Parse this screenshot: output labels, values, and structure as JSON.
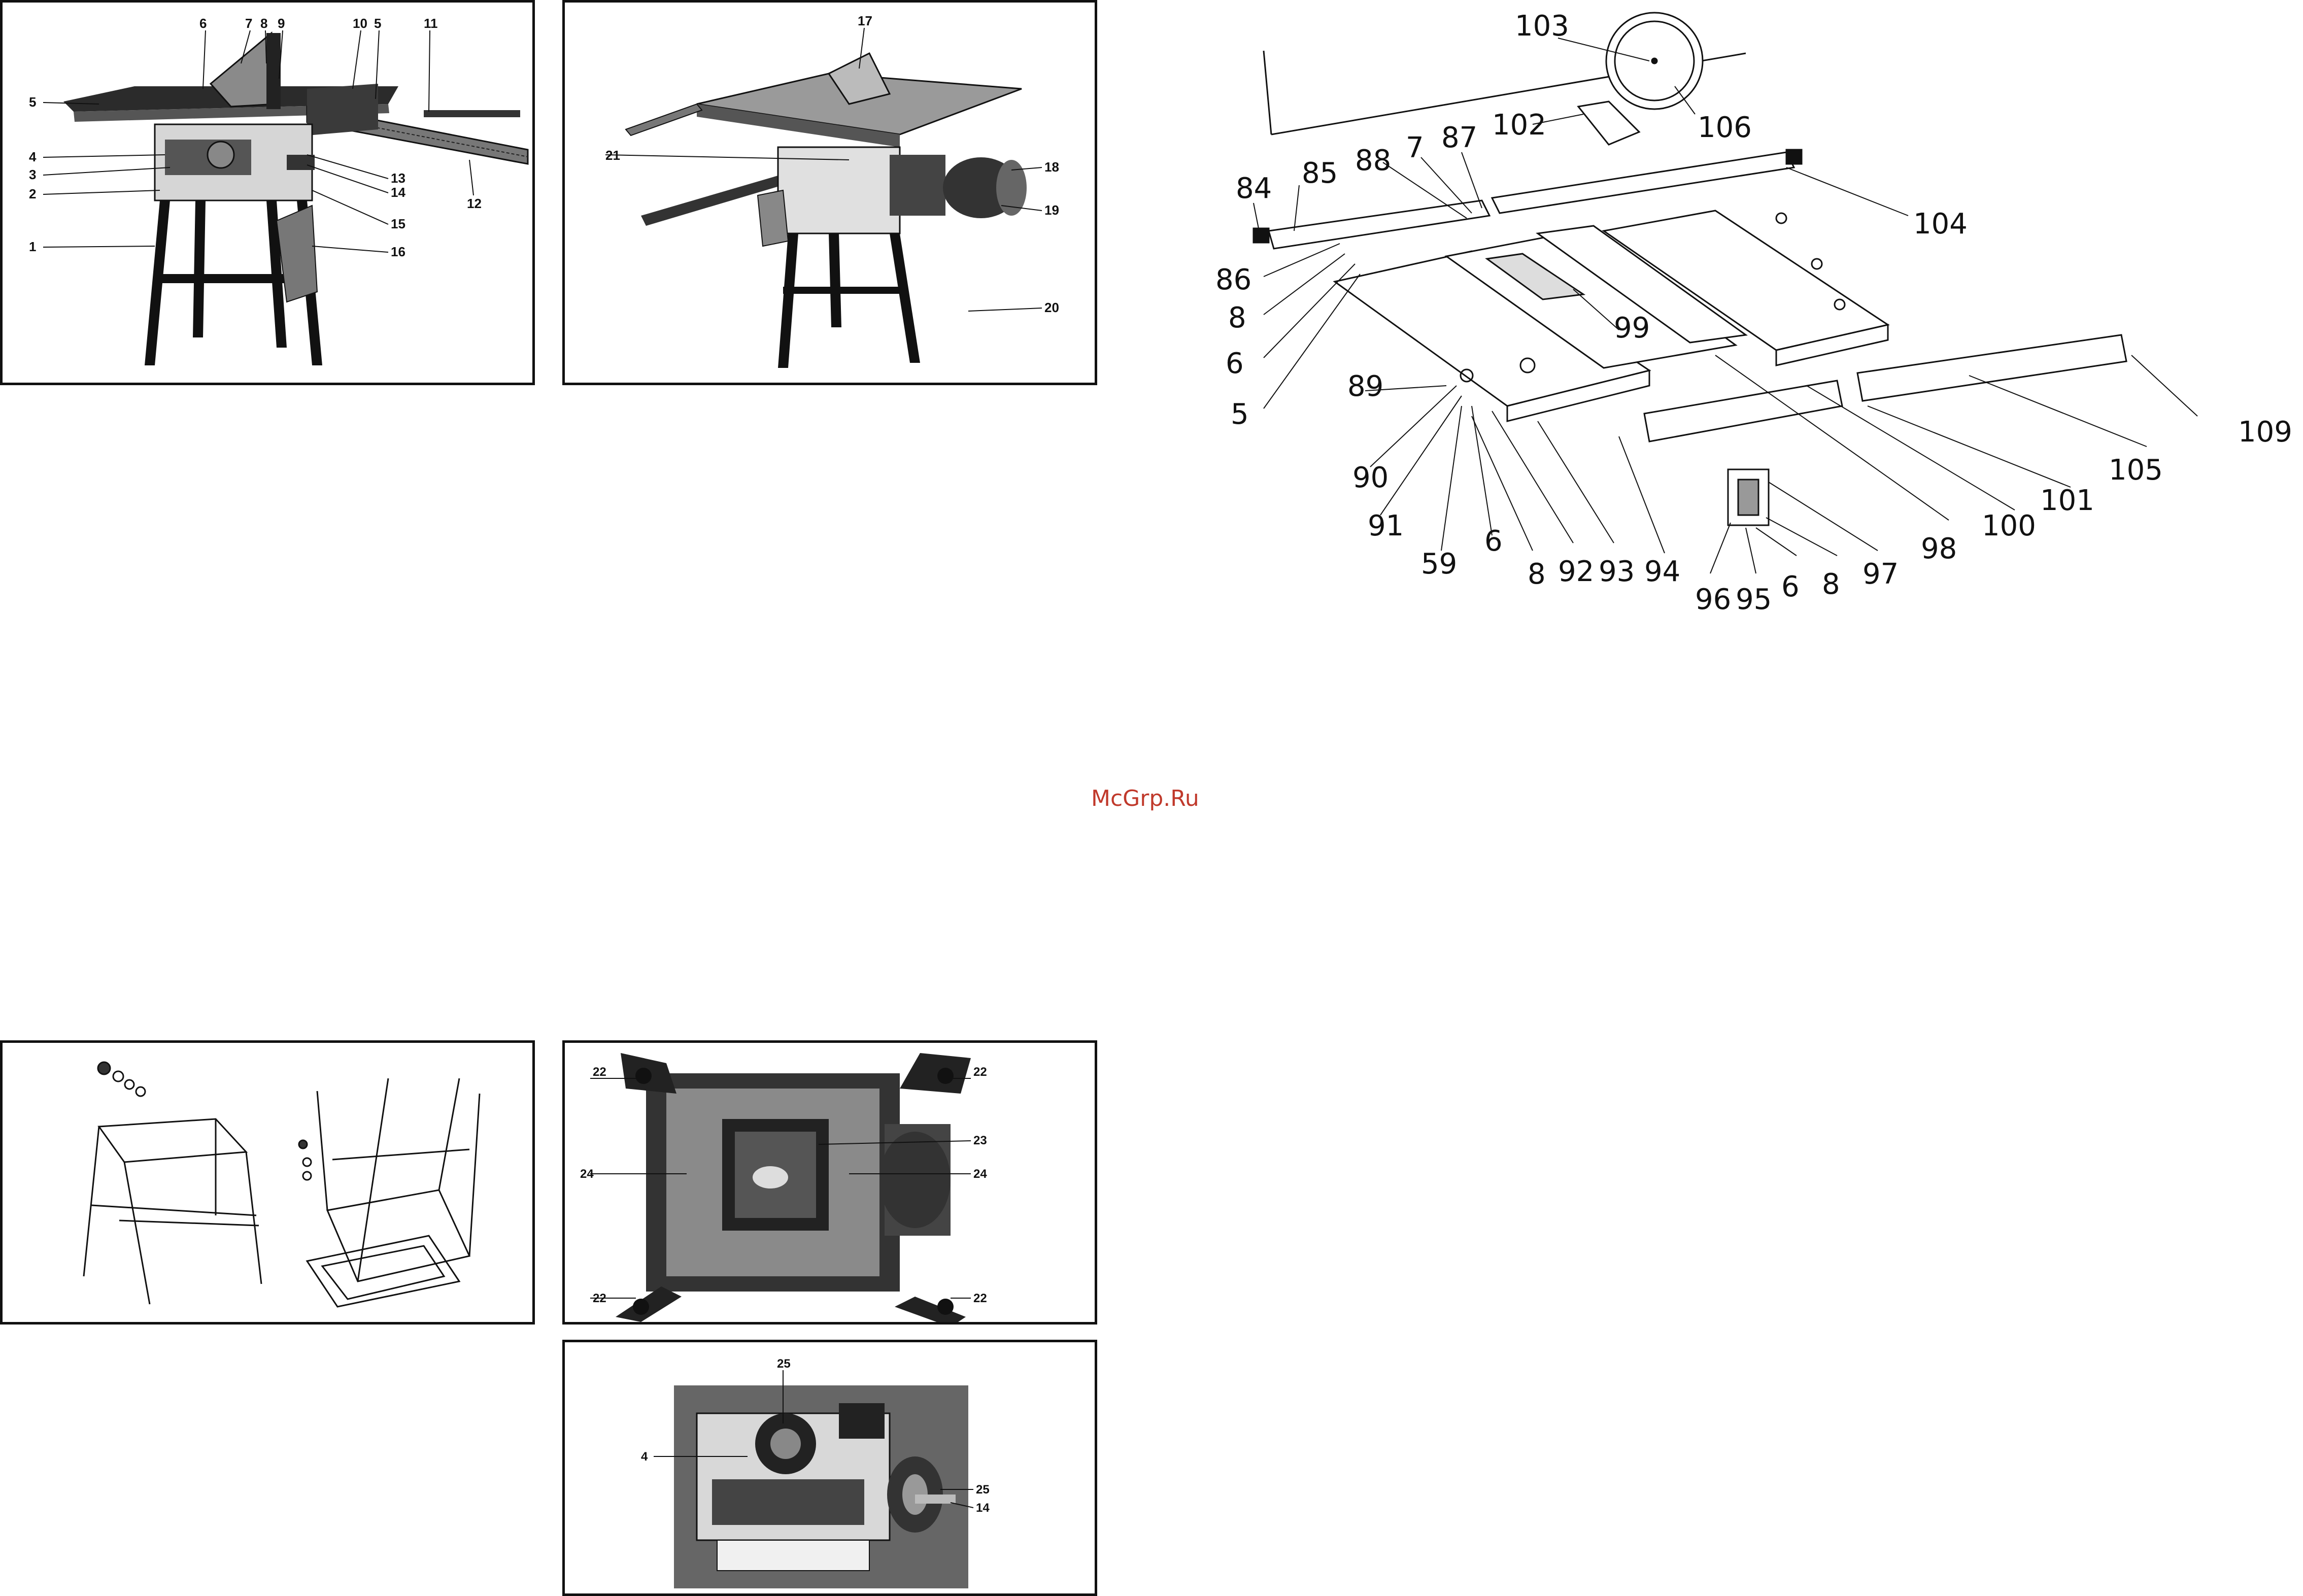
{
  "watermark": "McGrp.Ru",
  "panel1": {
    "labels": [
      "6",
      "7",
      "8",
      "9",
      "10",
      "5",
      "11",
      "5",
      "4",
      "3",
      "2",
      "13",
      "14",
      "15",
      "12",
      "1",
      "16"
    ]
  },
  "panel2": {
    "labels": [
      "17",
      "18",
      "21",
      "19",
      "20"
    ]
  },
  "panel4": {
    "labels": [
      "22",
      "22",
      "23",
      "24",
      "24",
      "22",
      "22"
    ]
  },
  "panel5": {
    "labels": [
      "25",
      "4",
      "25",
      "14"
    ]
  },
  "exploded": {
    "labels": [
      "103",
      "106",
      "102",
      "84",
      "85",
      "88",
      "7",
      "87",
      "104",
      "86",
      "8",
      "6",
      "5",
      "99",
      "89",
      "90",
      "91",
      "59",
      "6",
      "8",
      "92",
      "93",
      "94",
      "96",
      "95",
      "6",
      "8",
      "97",
      "98",
      "100",
      "101",
      "105",
      "109"
    ]
  },
  "colors": {
    "line": "#111111",
    "watermark": "#c0392b"
  }
}
